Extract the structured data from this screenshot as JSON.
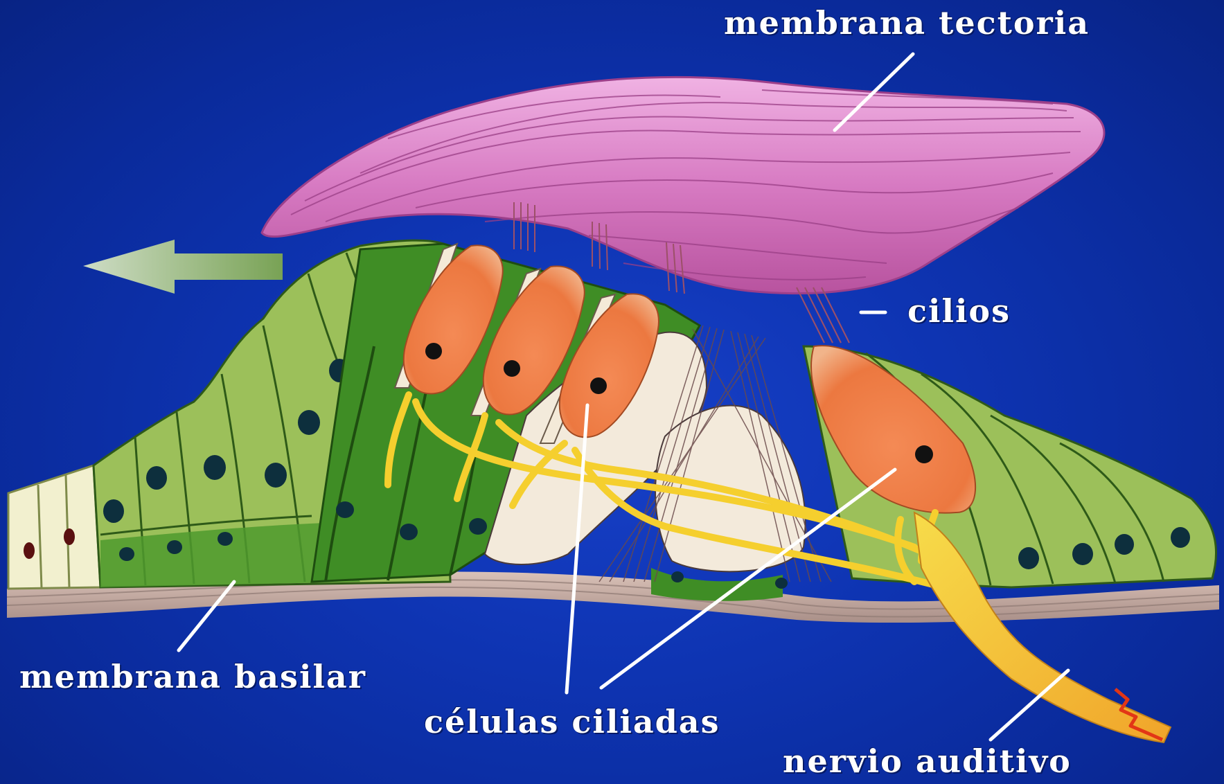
{
  "labels": {
    "tectorial_membrane": "membrana tectoria",
    "cilia": "cilios",
    "basilar_membrane": "membrana basilar",
    "hair_cells": "células ciliadas",
    "auditory_nerve": "nervio auditivo"
  },
  "colors": {
    "background": "#0e34b2",
    "tectorial_membrane": "#d87bc4",
    "supporting_cells": "#9cc05a",
    "hair_cells": "#ee7f4a",
    "nerve_fibers": "#f5cf2e",
    "basilar_membrane": "#c8b0a8",
    "label_text": "#ffffff",
    "arrow": "#a8c486"
  },
  "icons": {
    "direction_arrow": "left-arrow-icon",
    "nerve_signal": "zigzag-signal-icon"
  }
}
